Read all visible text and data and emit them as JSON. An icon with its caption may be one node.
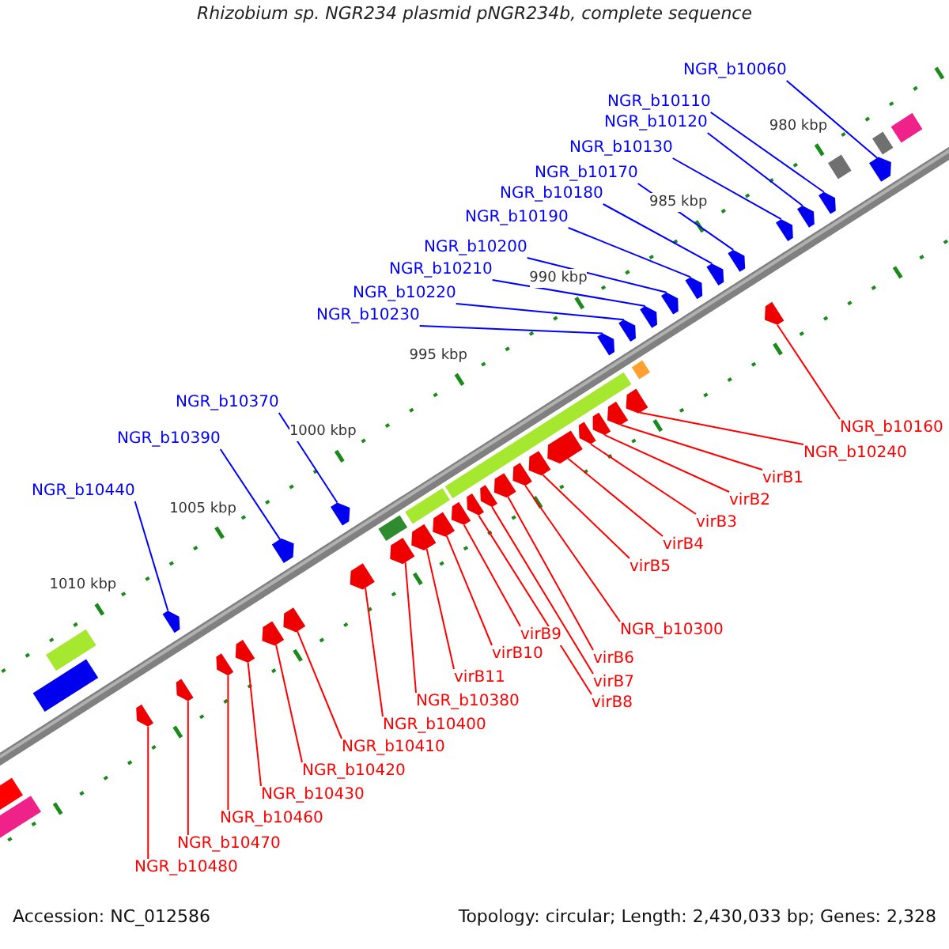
{
  "diagram": {
    "title": "Rhizobium sp. NGR234 plasmid pNGR234b, complete sequence",
    "nodes": [
      {
        "text": [
          "NGR_b10060"
        ]
      },
      {
        "text": [
          "NGR_b10110"
        ]
      },
      {
        "text": [
          "NGR_b10120"
        ]
      },
      {
        "text": [
          "NGR_b10130"
        ]
      },
      {
        "text": [
          "NGR_b10170"
        ]
      },
      {
        "text": [
          "NGR_b10180"
        ]
      },
      {
        "text": [
          "NGR_b10190"
        ]
      },
      {
        "text": [
          "NGR_b10200"
        ]
      },
      {
        "text": [
          "NGR_b10210"
        ]
      },
      {
        "text": [
          "NGR_b10220"
        ]
      },
      {
        "text": [
          "NGR_b10230"
        ]
      },
      {
        "text": [
          "NGR_b10370"
        ]
      },
      {
        "text": [
          "NGR_b10390"
        ]
      },
      {
        "text": [
          "NGR_b10440"
        ]
      },
      {
        "text": [
          "NGR_b10160"
        ]
      },
      {
        "text": [
          "NGR_b10240"
        ]
      },
      {
        "text": [
          "virB1"
        ]
      },
      {
        "text": [
          "virB2"
        ]
      },
      {
        "text": [
          "virB3"
        ]
      },
      {
        "text": [
          "virB4"
        ]
      },
      {
        "text": [
          "virB5"
        ]
      },
      {
        "text": [
          "NGR_b10300"
        ]
      },
      {
        "text": [
          "virB6"
        ]
      },
      {
        "text": [
          "virB7"
        ]
      },
      {
        "text": [
          "virB8"
        ]
      },
      {
        "text": [
          "virB9"
        ]
      },
      {
        "text": [
          "virB10"
        ]
      },
      {
        "text": [
          "virB11"
        ]
      },
      {
        "text": [
          "NGR_b10380"
        ]
      },
      {
        "text": [
          "NGR_b10400"
        ]
      },
      {
        "text": [
          "NGR_b10410"
        ]
      },
      {
        "text": [
          "NGR_b10420"
        ]
      },
      {
        "text": [
          "NGR_b10430"
        ]
      },
      {
        "text": [
          "NGR_b10460"
        ]
      },
      {
        "text": [
          "NGR_b10470"
        ]
      },
      {
        "text": [
          "NGR_b10480"
        ]
      },
      {
        "text": [],
        "shape": "bar"
      },
      {
        "text": [],
        "shape": "bar"
      },
      {
        "text": [],
        "shape": "bar"
      },
      {
        "text": [],
        "shape": "bar"
      },
      {
        "text": [],
        "shape": "bar"
      },
      {
        "text": [],
        "shape": "bar"
      },
      {
        "text": [],
        "shape": "bar"
      },
      {
        "text": [],
        "shape": "bar"
      },
      {
        "text": [],
        "shape": "bar"
      },
      {
        "text": [],
        "shape": "bar"
      },
      {
        "text": [],
        "shape": "bar"
      },
      {
        "text": [],
        "shape": "bar"
      },
      {
        "text": [],
        "shape": "bar"
      },
      {
        "text": [],
        "shape": "bar"
      },
      {
        "text": [],
        "shape": "bar"
      },
      {
        "text": [],
        "shape": "bar"
      },
      {
        "text": [],
        "shape": "bar"
      },
      {
        "text": [],
        "shape": "bar"
      },
      {
        "text": [],
        "shape": "bar"
      },
      {
        "text": [],
        "shape": "bar"
      },
      {
        "text": [],
        "shape": "bar"
      },
      {
        "text": [],
        "shape": "bar"
      },
      {
        "text": [],
        "shape": "bar"
      },
      {
        "text": [],
        "shape": "bar"
      },
      {
        "text": [],
        "shape": "bar"
      },
      {
        "text": [],
        "shape": "bar"
      },
      {
        "text": [],
        "shape": "bar"
      },
      {
        "text": [],
        "shape": "bar"
      },
      {
        "text": [],
        "shape": "bar"
      },
      {
        "text": [],
        "shape": "bar"
      },
      {
        "text": [],
        "shape": "bar"
      },
      {
        "text": [],
        "shape": "bar"
      },
      {
        "text": [],
        "shape": "bar"
      },
      {
        "text": [],
        "shape": "bar"
      },
      {
        "text": [],
        "shape": "bar"
      },
      {
        "text": [],
        "shape": "bar"
      }
    ],
    "edges": [
      {
        "from": 0,
        "to": 36,
        "arrow": "none",
        "color": "#0000ff"
      },
      {
        "from": 1,
        "to": 37,
        "arrow": "none",
        "color": "#0000ff"
      },
      {
        "from": 2,
        "to": 38,
        "arrow": "none",
        "color": "#0000ff"
      },
      {
        "from": 3,
        "to": 39,
        "arrow": "none",
        "color": "#0000ff"
      },
      {
        "from": 4,
        "to": 40,
        "arrow": "none",
        "color": "#0000ff"
      },
      {
        "from": 5,
        "to": 41,
        "arrow": "none",
        "color": "#0000ff"
      },
      {
        "from": 6,
        "to": 42,
        "arrow": "none",
        "color": "#0000ff"
      },
      {
        "from": 7,
        "to": 43,
        "arrow": "none",
        "color": "#0000ff"
      },
      {
        "from": 8,
        "to": 44,
        "arrow": "none",
        "color": "#0000ff"
      },
      {
        "from": 9,
        "to": 45,
        "arrow": "none",
        "color": "#0000ff"
      },
      {
        "from": 10,
        "to": 46,
        "arrow": "none",
        "color": "#0000ff"
      },
      {
        "from": 11,
        "to": 47,
        "arrow": "none",
        "color": "#0000ff"
      },
      {
        "from": 12,
        "to": 48,
        "arrow": "none",
        "color": "#0000ff"
      },
      {
        "from": 13,
        "to": 49,
        "arrow": "none",
        "color": "#0000ff"
      },
      {
        "from": 14,
        "to": 50,
        "arrow": "none"
      },
      {
        "from": 15,
        "to": 51,
        "arrow": "none"
      },
      {
        "from": 16,
        "to": 52,
        "arrow": "none"
      },
      {
        "from": 17,
        "to": 53,
        "arrow": "none"
      },
      {
        "from": 18,
        "to": 54,
        "arrow": "none"
      },
      {
        "from": 19,
        "to": 55,
        "arrow": "none"
      },
      {
        "from": 20,
        "to": 56,
        "arrow": "none"
      },
      {
        "from": 21,
        "to": 57,
        "arrow": "none"
      },
      {
        "from": 22,
        "to": 58,
        "arrow": "none"
      },
      {
        "from": 23,
        "to": 59,
        "arrow": "none"
      },
      {
        "from": 24,
        "to": 60,
        "arrow": "none"
      },
      {
        "from": 25,
        "to": 61,
        "arrow": "none"
      },
      {
        "from": 26,
        "to": 62,
        "arrow": "none"
      },
      {
        "from": 27,
        "to": 63,
        "arrow": "none"
      },
      {
        "from": 28,
        "to": 64,
        "arrow": "none"
      },
      {
        "from": 29,
        "to": 65,
        "arrow": "none"
      },
      {
        "from": 30,
        "to": 66,
        "arrow": "none"
      },
      {
        "from": 31,
        "to": 67,
        "arrow": "none"
      },
      {
        "from": 32,
        "to": 68,
        "arrow": "none"
      },
      {
        "from": 33,
        "to": 69,
        "arrow": "none"
      },
      {
        "from": 34,
        "to": 70,
        "arrow": "none"
      },
      {
        "from": 35,
        "to": 71,
        "arrow": "none"
      }
    ],
    "labels": [
      "980 kbp",
      "985 kbp",
      "990 kbp",
      "995 kbp",
      "1000 kbp",
      "1005 kbp",
      "1010 kbp",
      "Accession: NC_012586",
      "Topology: circular; Length: 2,430,033 bp; Genes: 2,328"
    ]
  }
}
